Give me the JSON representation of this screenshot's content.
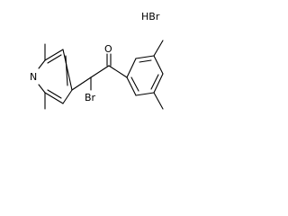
{
  "molecule": {
    "salt_label": "HBr",
    "atoms": {
      "oxygen": "O",
      "bromine": "Br",
      "nitrogen": "N"
    }
  }
}
